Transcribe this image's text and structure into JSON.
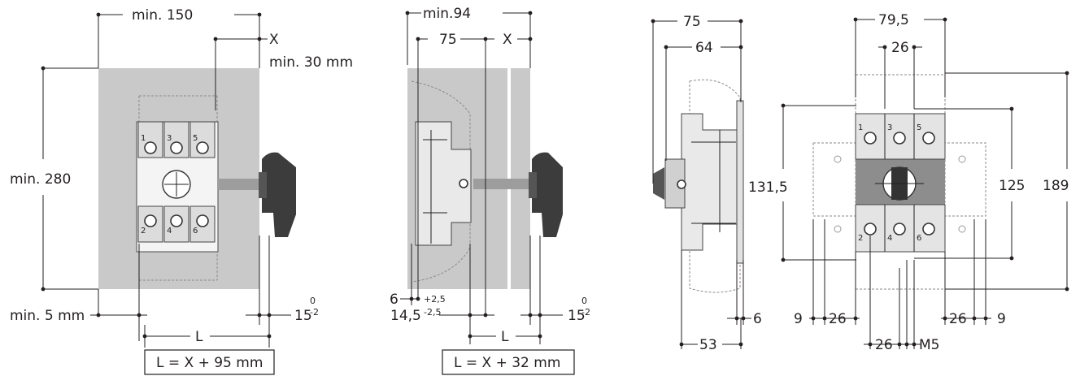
{
  "views": {
    "front_installed": {
      "width_label": "min. 150",
      "x_label": "X",
      "x_min_label": "min. 30 mm",
      "height_label": "min. 280",
      "bottom_label": "min. 5 mm",
      "tol_label": "15",
      "tol_upper": "0",
      "tol_lower": "-2",
      "l_label": "L",
      "formula": "L = X + 95 mm",
      "terminals": [
        "1",
        "3",
        "5",
        "2",
        "4",
        "6"
      ]
    },
    "side_installed": {
      "width_label": "min.94",
      "inner_label": "75",
      "x_label": "X",
      "left_label": "6",
      "offset_label": "14,5",
      "offset_upper": "+2,5",
      "offset_lower": "-2,5",
      "tol_label": "15",
      "tol_upper": "0",
      "tol_lower": "-2",
      "l_label": "L",
      "formula": "L = X + 32 mm"
    },
    "side_profile": {
      "depth_label": "75",
      "inner_label": "64",
      "bottom_label": "53",
      "right_label": "6"
    },
    "front_dims": {
      "width_label": "79,5",
      "top_label": "26",
      "left_height_label": "131,5",
      "right_height_label": "125",
      "total_height_label": "189",
      "bottom_labels": [
        "9",
        "26",
        "26",
        "9"
      ],
      "pitch_label": "26",
      "screw_label": "M5",
      "terminals": [
        "1",
        "3",
        "5",
        "2",
        "4",
        "6"
      ]
    }
  }
}
